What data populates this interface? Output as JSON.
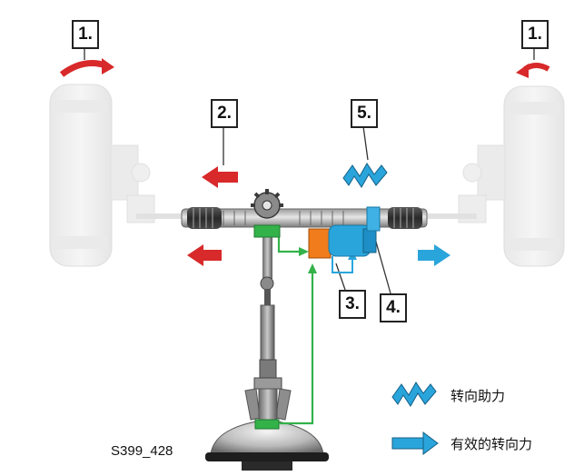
{
  "callouts": {
    "left_wheel": "1.",
    "right_wheel": "1.",
    "rack_movement": "2.",
    "assist_torque": "5.",
    "control_unit": "3.",
    "motor_drive": "4."
  },
  "legend": {
    "assist_label": "转向助力",
    "effective_label": "有效的转向力"
  },
  "figure_code": "S399_428",
  "colors": {
    "red_arrow": "#d8292b",
    "blue_arrow": "#2aa5dc",
    "green_signal": "#33b24a",
    "orange_ecu": "#f07c1c",
    "blue_motor": "#2aa5dc"
  },
  "icons": {
    "assist": "twisted-arrow-icon",
    "effective": "blue-arrow-icon",
    "steering_torque": "curved-red-arrow-icon"
  }
}
